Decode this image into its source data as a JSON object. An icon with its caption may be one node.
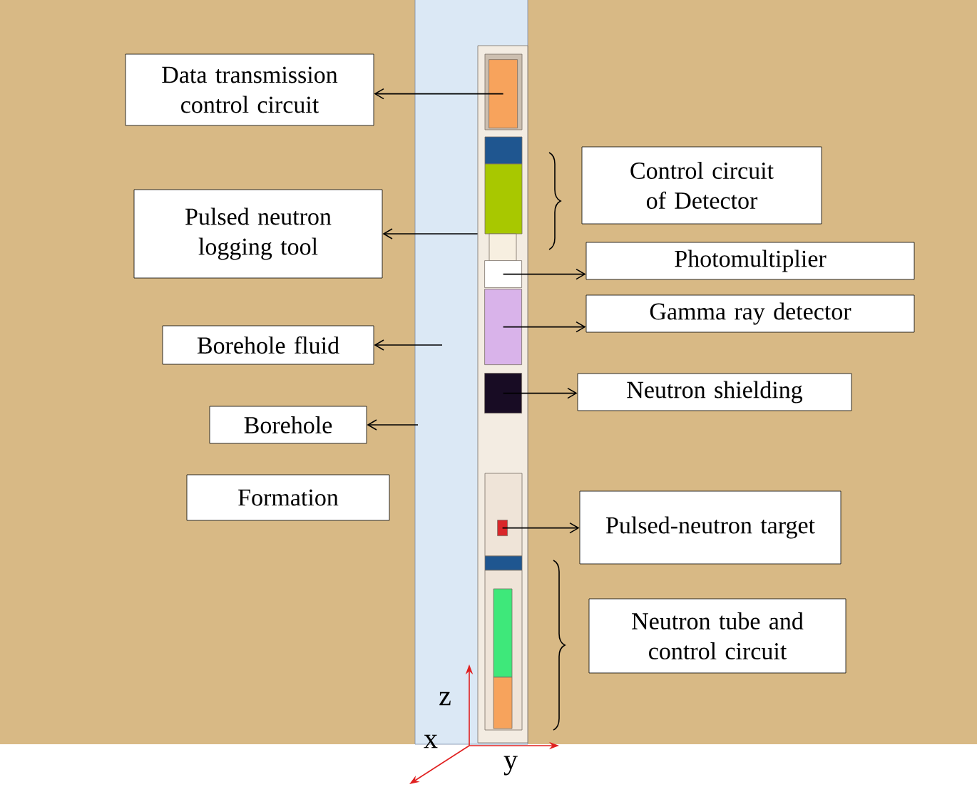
{
  "diagram": {
    "nodes": [
      {
        "text": [
          "Data transmission control circuit"
        ]
      },
      {
        "text": [
          "Control circuit of Detector"
        ]
      },
      {
        "text": [
          "Pulsed neutron logging tool"
        ]
      },
      {
        "text": [
          "Photomultiplier"
        ]
      },
      {
        "text": [
          "Gamma ray detector"
        ]
      },
      {
        "text": [
          "Borehole fluid"
        ]
      },
      {
        "text": [
          "Neutron shielding"
        ]
      },
      {
        "text": [
          "Borehole"
        ]
      },
      {
        "text": [
          "Formation"
        ]
      },
      {
        "text": [
          "Pulsed-neutron target"
        ]
      },
      {
        "text": [
          "Neutron tube and control circuit"
        ]
      },
      {
        "text": [],
        "shape": "bar"
      },
      {
        "text": [],
        "shape": "box",
        "in": 11
      },
      {
        "text": [],
        "shape": "box",
        "in": 11
      },
      {
        "text": [],
        "shape": "box",
        "in": 11
      },
      {
        "text": [],
        "shape": "box",
        "in": 11
      },
      {
        "text": [],
        "shape": "box",
        "in": 11
      }
    ],
    "edges": [
      {
        "from": 12,
        "to": 0,
        "arrow": "to"
      },
      {
        "from": 11,
        "to": 2,
        "arrow": "to"
      },
      {
        "from": 13,
        "to": 3,
        "arrow": "to"
      },
      {
        "from": 14,
        "to": 4,
        "arrow": "to"
      },
      {
        "from": null,
        "to": 5,
        "arrow": "to"
      },
      {
        "from": null,
        "to": 7,
        "arrow": "to"
      },
      {
        "from": 15,
        "to": 6,
        "arrow": "to"
      },
      {
        "from": 16,
        "to": 9,
        "arrow": "to"
      }
    ],
    "labels": [
      "z",
      "x",
      "y"
    ]
  }
}
